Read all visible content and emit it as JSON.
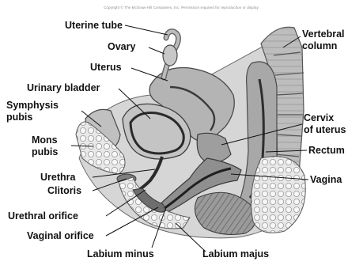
{
  "copyright": "Copyright © The McGraw-Hill Companies, Inc. Permission required for reproduction or display.",
  "labels": {
    "uterine_tube": "Uterine tube",
    "ovary": "Ovary",
    "uterus": "Uterus",
    "urinary_bladder": "Urinary bladder",
    "symphysis_pubis_1": "Symphysis",
    "symphysis_pubis_2": "pubis",
    "mons_pubis_1": "Mons",
    "mons_pubis_2": "pubis",
    "urethra": "Urethra",
    "clitoris": "Clitoris",
    "urethral_orifice": "Urethral orifice",
    "vaginal_orifice": "Vaginal orifice",
    "labium_minus": "Labium minus",
    "labium_majus": "Labium majus",
    "vertebral_column_1": "Vertebral",
    "vertebral_column_2": "column",
    "cervix_1": "Cervix",
    "cervix_2": "of uterus",
    "rectum": "Rectum",
    "vagina": "Vagina"
  }
}
